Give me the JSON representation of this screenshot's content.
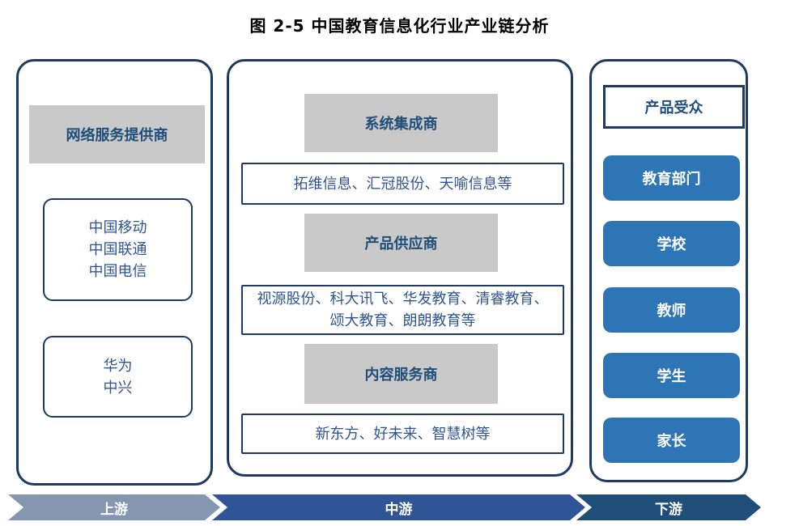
{
  "title": "图 2-5 中国教育信息化行业产业链分析",
  "panels": {
    "upstream": {
      "header": "网络服务提供商",
      "groups": [
        {
          "lines": [
            "中国移动",
            "中国联通",
            "中国电信"
          ]
        },
        {
          "lines": [
            "华为",
            "中兴"
          ]
        }
      ]
    },
    "midstream": {
      "sections": [
        {
          "header": "系统集成商",
          "lines": [
            "拓维信息、汇冠股份、天喻信息等"
          ]
        },
        {
          "header": "产品供应商",
          "lines": [
            "视源股份、科大讯飞、华发教育、清睿教育、",
            "颂大教育、朗朗教育等"
          ]
        },
        {
          "header": "内容服务商",
          "lines": [
            "新东方、好未来、智慧树等"
          ]
        }
      ]
    },
    "downstream": {
      "header": "产品受众",
      "audiences": [
        "教育部门",
        "学校",
        "教师",
        "学生",
        "家长"
      ]
    }
  },
  "stages": [
    {
      "label": "上游",
      "color": "#8496B0"
    },
    {
      "label": "中游",
      "color": "#2F5597"
    },
    {
      "label": "下游",
      "color": "#1F4E79"
    }
  ],
  "colors": {
    "panel_border": "#1F3864",
    "header_bg": "#C9C9C9",
    "heading_text": "#1F4E79",
    "body_text": "#2F5496",
    "audience_bg": "#2E75B6",
    "audience_text": "#FFFFFF",
    "title_text": "#000000"
  }
}
